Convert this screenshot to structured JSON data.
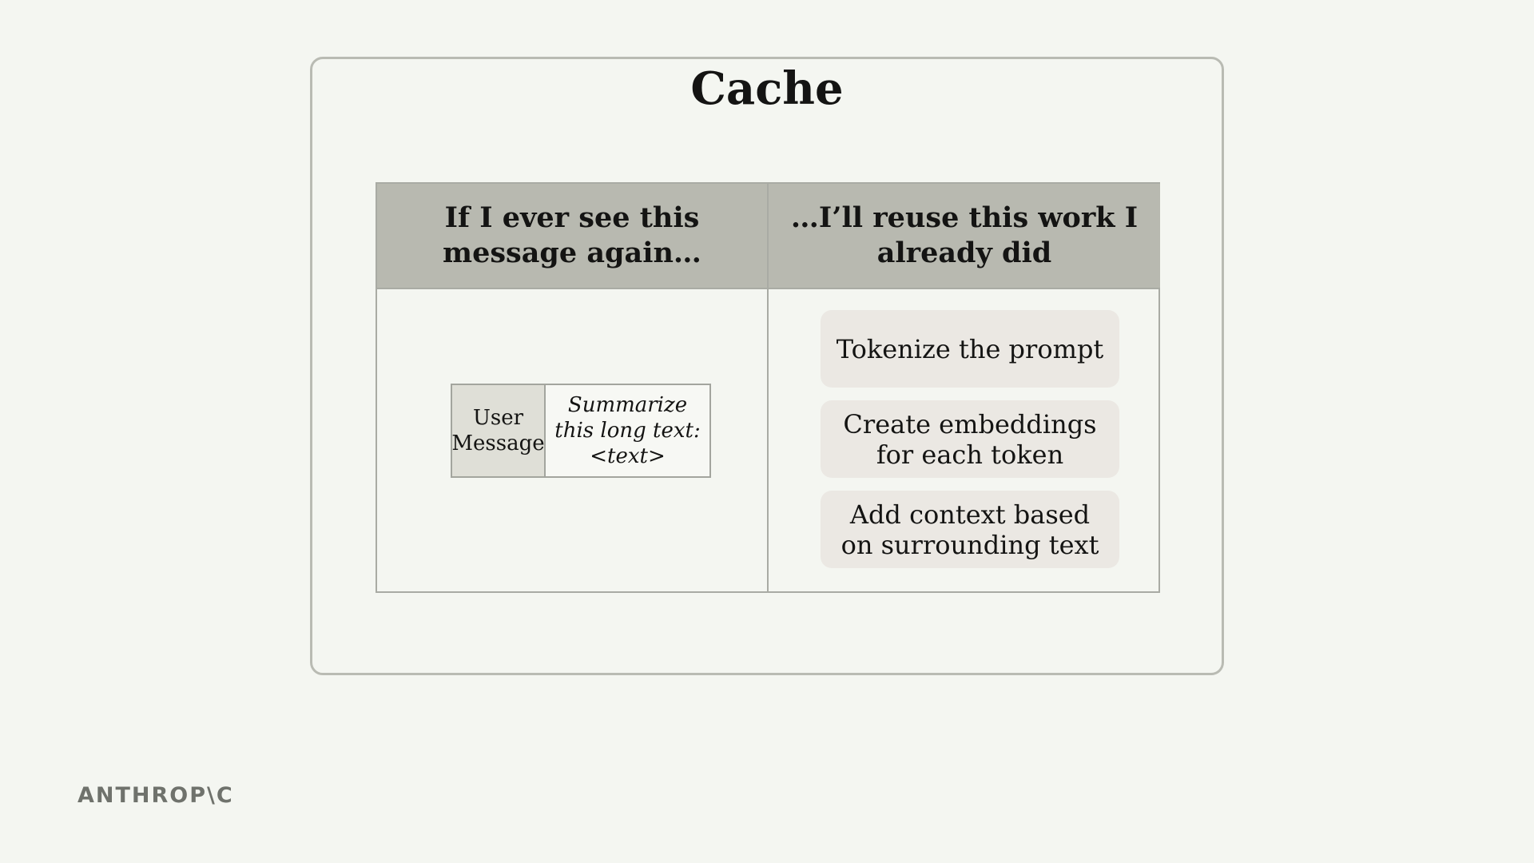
{
  "title": "Cache",
  "columns": {
    "left_header": "If I ever see this message again…",
    "right_header": "…I’ll reuse this work I already did"
  },
  "message": {
    "role": "User Message",
    "text": "Summarize this long text: <text>"
  },
  "steps": [
    "Tokenize the prompt",
    "Create embeddings for each token",
    "Add context based on surrounding text"
  ],
  "logo": "ANTHROP\\C"
}
